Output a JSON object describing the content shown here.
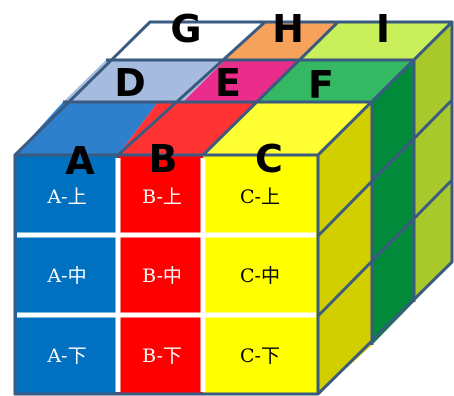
{
  "cube": {
    "columns": [
      {
        "label": "A",
        "face_color": "#0070c0",
        "top_color": "#2e80cc"
      },
      {
        "label": "B",
        "face_color": "#ff0000",
        "top_color": "#ff3333"
      },
      {
        "label": "C",
        "face_color": "#ffff00",
        "top_color": "#ffff33"
      }
    ],
    "middle_row": [
      {
        "label": "D",
        "color": "#a6bcdf"
      },
      {
        "label": "E",
        "color": "#ea2d8a"
      },
      {
        "label": "F",
        "color": "#35b863"
      }
    ],
    "back_row": [
      {
        "label": "G",
        "color": "#ffffff"
      },
      {
        "label": "H",
        "color": "#f7a25b"
      },
      {
        "label": "I",
        "color": "#c9ef5a"
      }
    ],
    "front_cells": [
      [
        "A-上",
        "B-上",
        "C-上"
      ],
      [
        "A-中",
        "B-中",
        "C-中"
      ],
      [
        "A-下",
        "B-下",
        "C-下"
      ]
    ],
    "side_colors": [
      "#d1cf00",
      "#008a3a",
      "#a9c82b"
    ],
    "edge_color": "#3a5a80"
  }
}
